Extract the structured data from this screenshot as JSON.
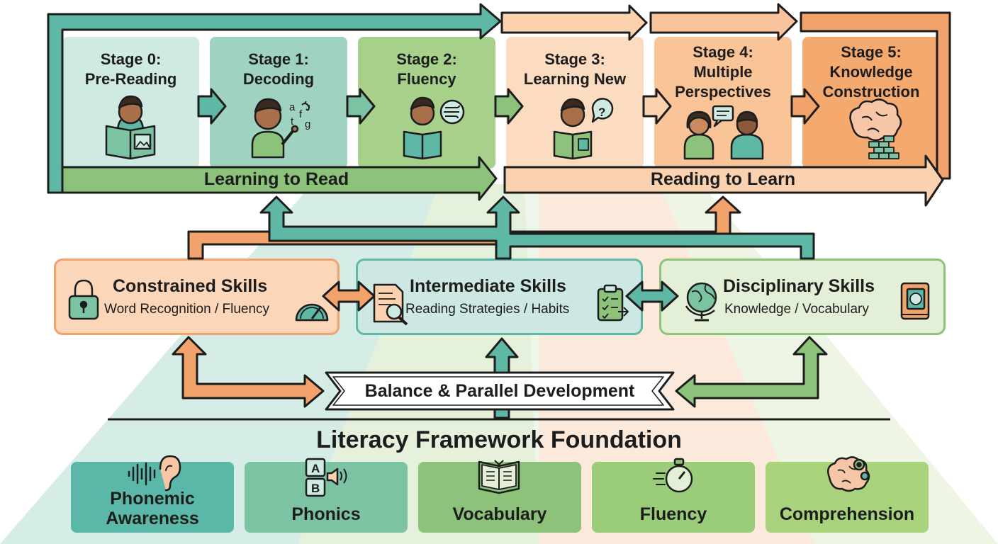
{
  "stages": [
    {
      "line1": "Stage 0:",
      "line2": "Pre-Reading",
      "line3": ""
    },
    {
      "line1": "Stage 1:",
      "line2": "Decoding",
      "line3": ""
    },
    {
      "line1": "Stage 2:",
      "line2": "Fluency",
      "line3": ""
    },
    {
      "line1": "Stage 3:",
      "line2": "Learning New",
      "line3": ""
    },
    {
      "line1": "Stage 4:",
      "line2": "Multiple",
      "line3": "Perspectives"
    },
    {
      "line1": "Stage 5:",
      "line2": "Knowledge",
      "line3": "Construction"
    }
  ],
  "decoding_letters": [
    "a",
    "t",
    "f",
    "g"
  ],
  "bands": {
    "learning_to_read": "Learning to Read",
    "reading_to_learn": "Reading to Learn"
  },
  "skills": [
    {
      "title": "Constrained Skills",
      "subtitle": "Word Recognition / Fluency"
    },
    {
      "title": "Intermediate Skills",
      "subtitle": "Reading Strategies / Habits"
    },
    {
      "title": "Disciplinary Skills",
      "subtitle": "Knowledge / Vocabulary"
    }
  ],
  "balance_label": "Balance & Parallel Development",
  "foundation": {
    "title": "Literacy Framework Foundation",
    "pillars": [
      {
        "line1": "Phonemic",
        "line2": "Awareness"
      },
      {
        "line1": "Phonics",
        "line2": ""
      },
      {
        "line1": "Vocabulary",
        "line2": ""
      },
      {
        "line1": "Fluency",
        "line2": ""
      },
      {
        "line1": "Comprehension",
        "line2": ""
      }
    ],
    "phonics_letters": [
      "A",
      "B"
    ]
  },
  "colors": {
    "teal": "#5fb8a6",
    "green": "#8cc27a",
    "orange": "#f2a26b",
    "peach": "#fbd2b0",
    "outline": "#1d1d1d",
    "skin": "#a8704a",
    "hair": "#3b2a20"
  }
}
